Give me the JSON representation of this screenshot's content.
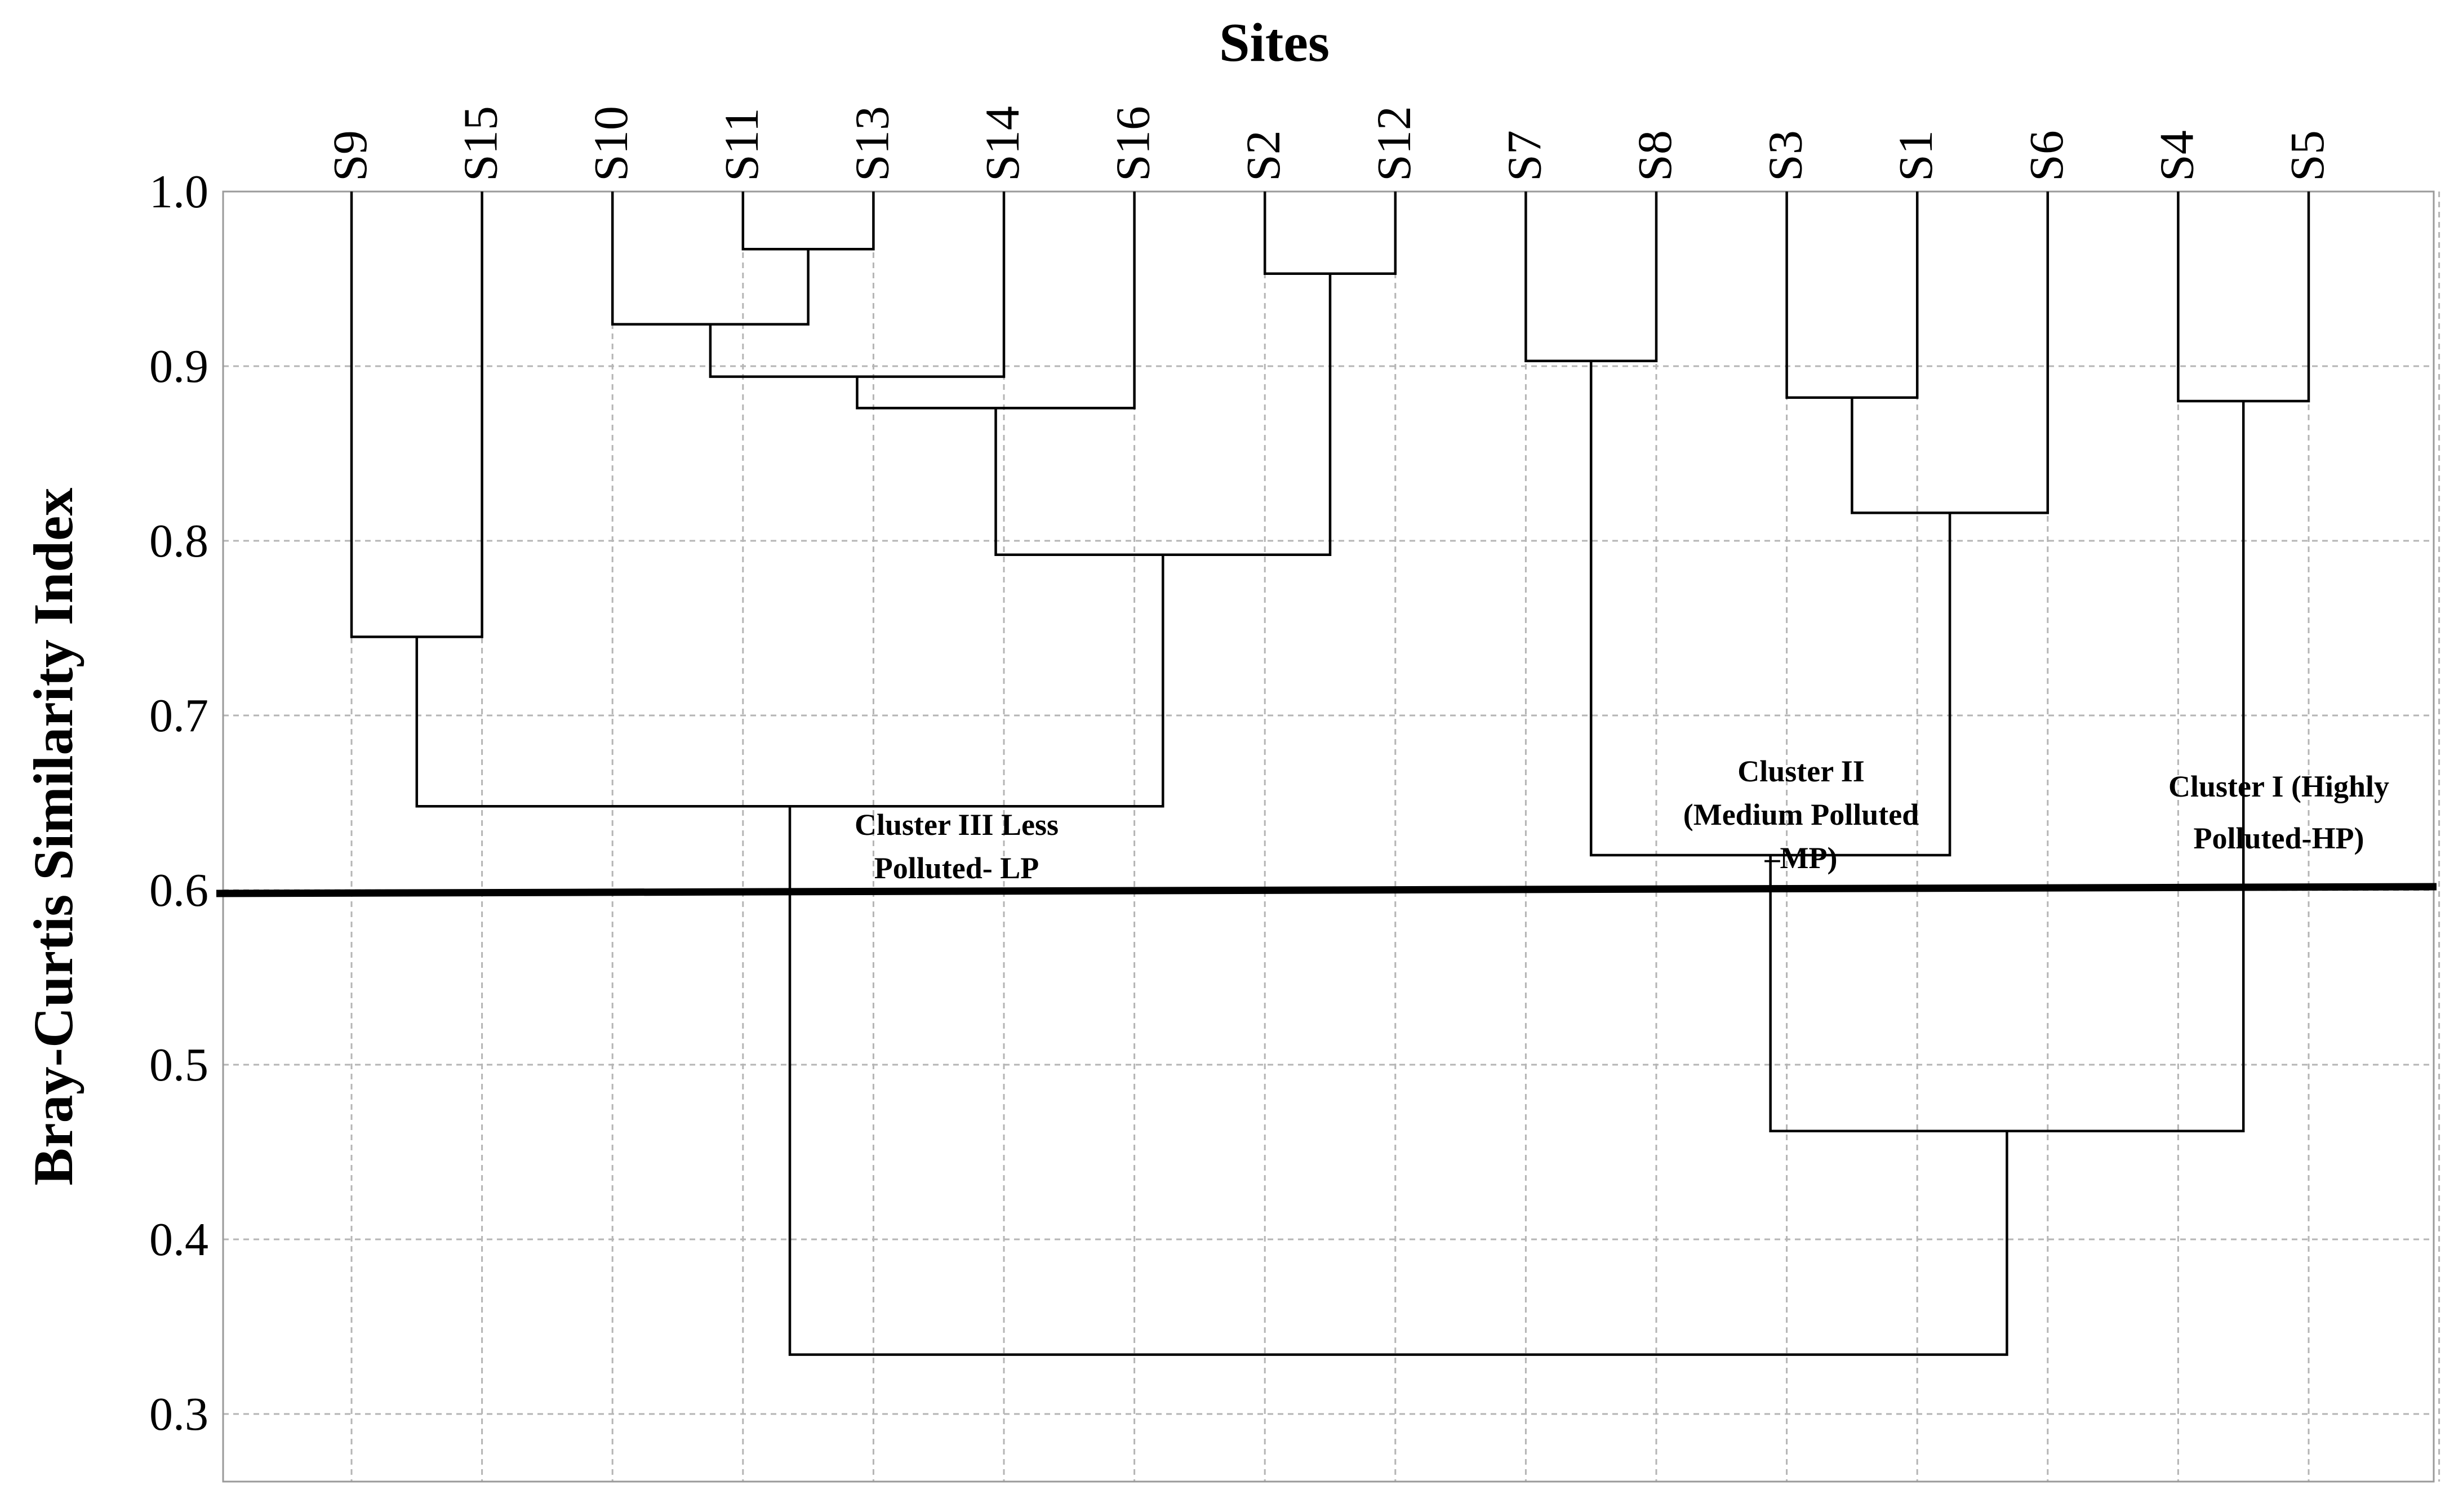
{
  "chart_data": {
    "type": "dendrogram",
    "title": "Sites",
    "xlabel": "",
    "ylabel": "Bray-Curtis Similarity Index",
    "ylim": [
      0.285,
      1.0
    ],
    "yticks": [
      0.3,
      0.4,
      0.5,
      0.6,
      0.7,
      0.8,
      0.9,
      1.0
    ],
    "ytick_labels": [
      "0.3",
      "0.4",
      "0.5",
      "0.6",
      "0.7",
      "0.8",
      "0.9",
      "1.0"
    ],
    "grid": true,
    "leaves": [
      "S9",
      "S15",
      "S10",
      "S11",
      "S13",
      "S14",
      "S16",
      "S2",
      "S12",
      "S7",
      "S8",
      "S3",
      "S1",
      "S6",
      "S4",
      "S5"
    ],
    "merges": [
      {
        "left": "S11",
        "right": "S13",
        "similarity": 0.967
      },
      {
        "left": "S2",
        "right": "S12",
        "similarity": 0.953
      },
      {
        "left": "S10",
        "right": "S11+S13",
        "similarity": 0.924
      },
      {
        "left": "S7",
        "right": "S8",
        "similarity": 0.903
      },
      {
        "left": "S10+S11+S13",
        "right": "S14",
        "similarity": 0.894
      },
      {
        "left": "S3",
        "right": "S1",
        "similarity": 0.882
      },
      {
        "left": "S4",
        "right": "S5",
        "similarity": 0.88
      },
      {
        "left": "S10+S11+S13+S14",
        "right": "S16",
        "similarity": 0.876
      },
      {
        "left": "S3+S1",
        "right": "S6",
        "similarity": 0.816
      },
      {
        "left": "S10+S11+S13+S14+S16",
        "right": "S2+S12",
        "similarity": 0.792
      },
      {
        "left": "S9",
        "right": "S15",
        "similarity": 0.745
      },
      {
        "left": "S9+S15",
        "right": "S10+S11+S13+S14+S16+S2+S12",
        "similarity": 0.648
      },
      {
        "left": "S7+S8",
        "right": "S3+S1+S6",
        "similarity": 0.62
      },
      {
        "left": "S7+S8+S3+S1+S6",
        "right": "S4+S5",
        "similarity": 0.462
      },
      {
        "left": "S9+S15+S10+S11+S13+S14+S16+S2+S12",
        "right": "S7+S8+S3+S1+S6+S4+S5",
        "similarity": 0.334
      }
    ],
    "cut_line": 0.6,
    "annotations": [
      {
        "lines": [
          "Cluster III  Less",
          "Polluted- LP"
        ]
      },
      {
        "lines": [
          "Cluster II",
          "(Medium Polluted",
          "–MP)"
        ]
      },
      {
        "lines": [
          "Cluster I (Highly",
          "Polluted-HP)"
        ]
      }
    ]
  }
}
